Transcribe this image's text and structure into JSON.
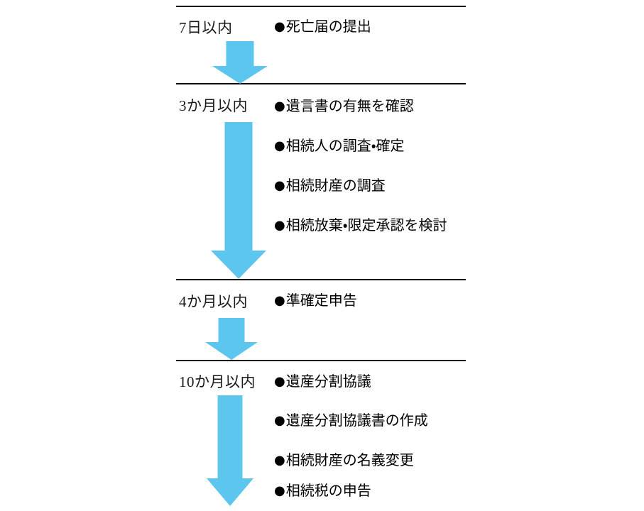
{
  "figure": {
    "kind": "timeline-flow-diagram",
    "accent_color": "#5DC6EE",
    "rule_color": "#000000",
    "background_color": "#FFFFFF",
    "bullet_glyph": "●",
    "arrow_icon_name": "down-arrow-icon"
  },
  "sections": [
    {
      "id": "within-7-days",
      "period": "7日以内",
      "tasks": [
        "死亡届の提出"
      ]
    },
    {
      "id": "within-3-months",
      "period": "3か月以内",
      "tasks": [
        "遺言書の有無を確認",
        "相続人の調査・確定",
        "相続財産の調査",
        "相続放棄・限定承認を検討"
      ]
    },
    {
      "id": "within-4-months",
      "period": "4か月以内",
      "tasks": [
        "準確定申告"
      ]
    },
    {
      "id": "within-10-months",
      "period": "10か月以内",
      "tasks": [
        "遺産分割協議",
        "遺産分割協議書の作成",
        "相続財産の名義変更",
        "相続税の申告"
      ]
    }
  ]
}
